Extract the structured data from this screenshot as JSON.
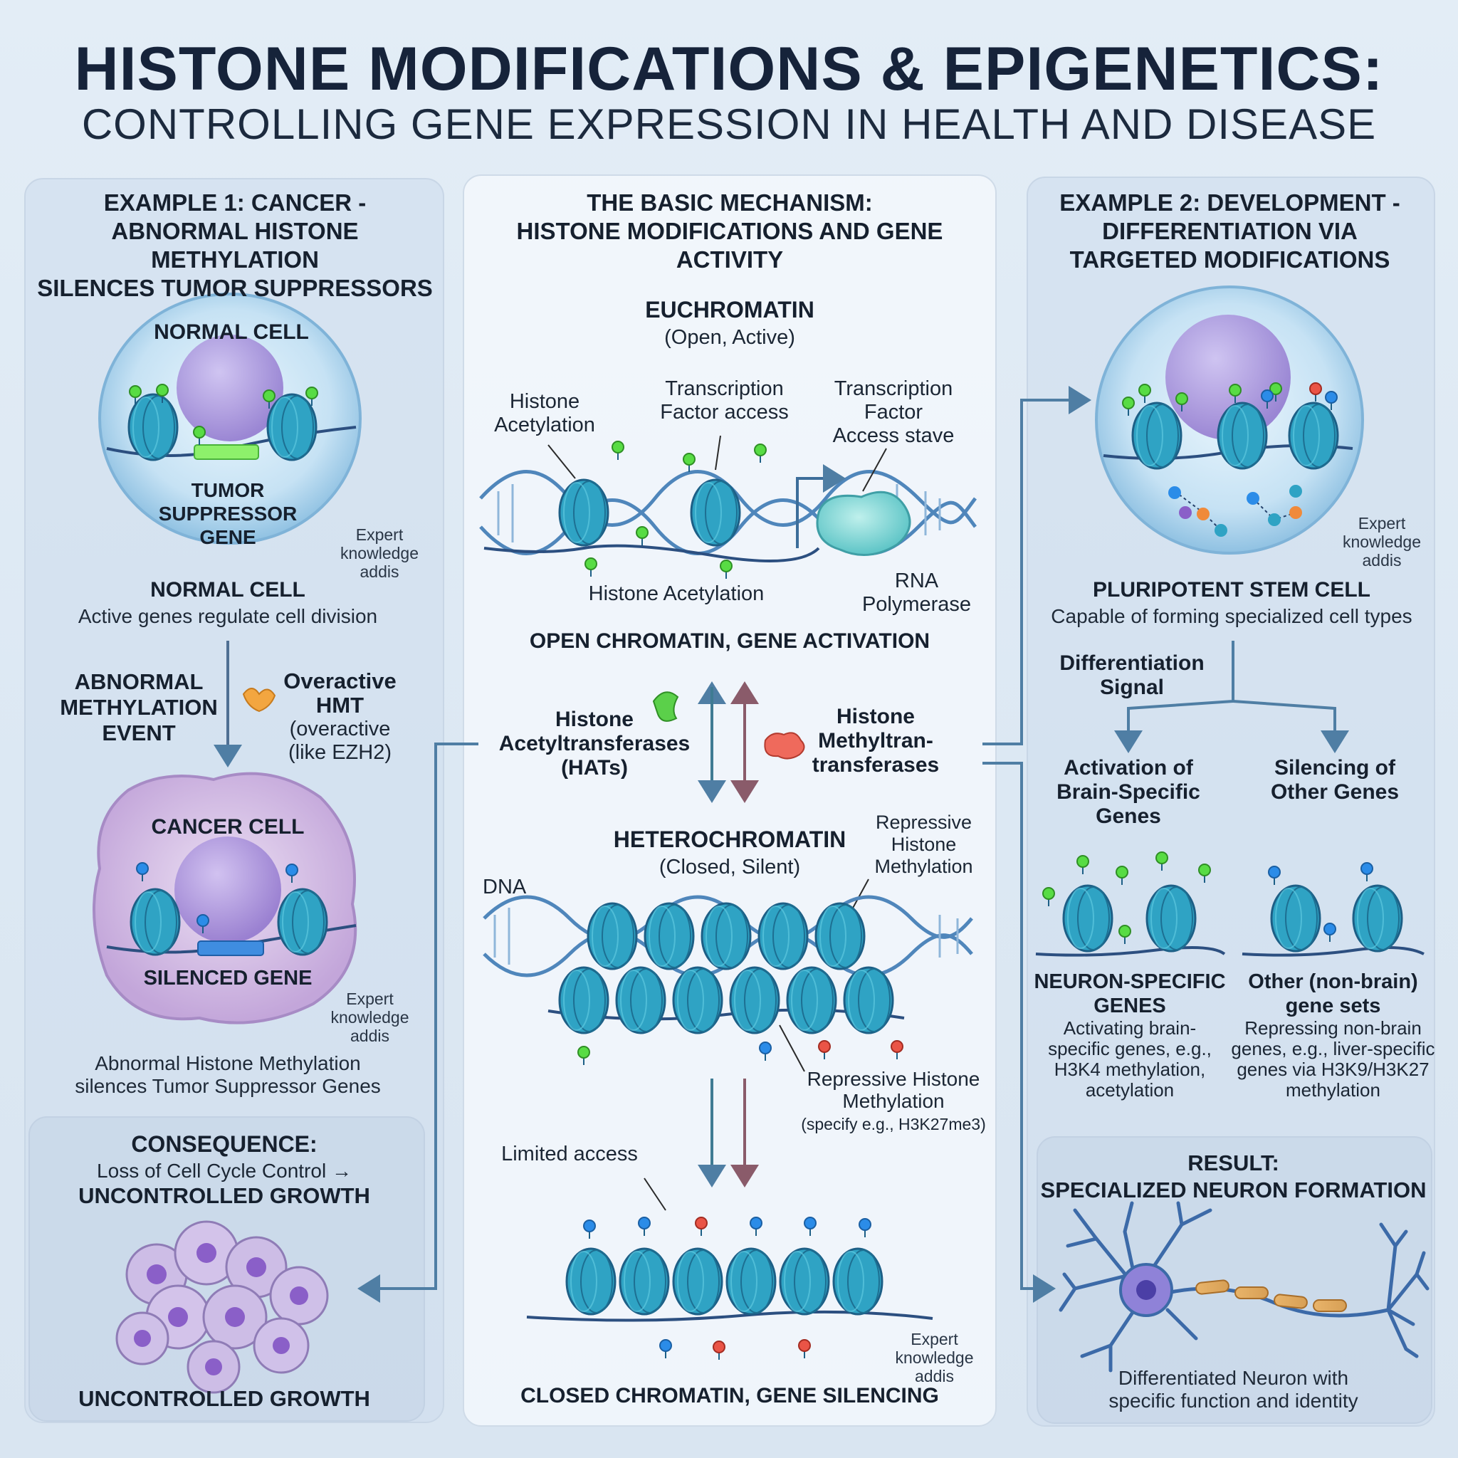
{
  "title": {
    "main": "HISTONE MODIFICATIONS & EPIGENETICS:",
    "sub": "CONTROLLING GENE EXPRESSION IN HEALTH AND DISEASE"
  },
  "left": {
    "heading": [
      "EXAMPLE 1: CANCER -",
      "ABNORMAL HISTONE METHYLATION",
      "SILENCES TUMOR SUPPRESSORS"
    ],
    "normal_cell_label": "NORMAL CELL",
    "tumor_gene": [
      "TUMOR",
      "SUPPRESSOR",
      "GENE"
    ],
    "expert_note": [
      "Expert",
      "knowledge",
      "addis"
    ],
    "normal_title": "NORMAL CELL",
    "normal_desc": "Active genes regulate cell division",
    "event": [
      "ABNORMAL",
      "METHYLATION",
      "EVENT"
    ],
    "hmt_label": [
      "Overactive",
      "HMT"
    ],
    "hmt_desc": [
      "(overactive",
      "(like EZH2)"
    ],
    "cancer_cell_label": "CANCER CELL",
    "silenced_gene": "SILENCED GENE",
    "cancer_desc": [
      "Abnormal Histone Methylation",
      "silences Tumor Suppressor Genes"
    ],
    "consequence": {
      "title": "CONSEQUENCE:",
      "line": "Loss of Cell Cycle Control →",
      "bold": "UNCONTROLLED GROWTH",
      "footer": "UNCONTROLLED GROWTH"
    }
  },
  "center": {
    "heading": [
      "THE BASIC MECHANISM:",
      "HISTONE MODIFICATIONS AND GENE ACTIVITY"
    ],
    "euchromatin": "EUCHROMATIN",
    "euchromatin_sub": "(Open, Active)",
    "histone_acetylation_top": [
      "Histone",
      "Acetylation"
    ],
    "tf_access": [
      "Transcription",
      "Factor access"
    ],
    "tf_access_stave": [
      "Transcription",
      "Factor",
      "Access stave"
    ],
    "histone_acetylation_bottom": "Histone Acetylation",
    "rna_pol": [
      "RNA",
      "Polymerase"
    ],
    "open_chromatin": "OPEN CHROMATIN, GENE ACTIVATION",
    "hats": [
      "Histone",
      "Acetyltransferases",
      "(HATs)"
    ],
    "hmts": [
      "Histone",
      "Methyltran-",
      "transferases"
    ],
    "heterochromatin": "HETEROCHROMATIN",
    "heterochromatin_sub": "(Closed, Silent)",
    "repressive_top": [
      "Repressive",
      "Histone",
      "Methylation"
    ],
    "dna": "DNA",
    "repressive_bottom": [
      "Repressive Histone",
      "Methylation"
    ],
    "repressive_spec": "(specify e.g., H3K27me3)",
    "limited_access": "Limited access",
    "expert_note": [
      "Expert",
      "knowledge",
      "addis"
    ],
    "closed_chromatin": "CLOSED CHROMATIN, GENE SILENCING"
  },
  "right": {
    "heading": [
      "EXAMPLE 2: DEVELOPMENT -",
      "DIFFERENTIATION VIA",
      "TARGETED MODIFICATIONS"
    ],
    "expert_note": [
      "Expert",
      "knowledge",
      "addis"
    ],
    "stem_title": "PLURIPOTENT STEM CELL",
    "stem_desc": "Capable of forming specialized cell types",
    "signal": [
      "Differentiation",
      "Signal"
    ],
    "activation": [
      "Activation of",
      "Brain-Specific",
      "Genes"
    ],
    "silencing": [
      "Silencing of",
      "Other Genes"
    ],
    "neuron_genes": [
      "NEURON-SPECIFIC",
      "GENES"
    ],
    "neuron_desc": [
      "Activating brain-",
      "specific genes, e.g.,",
      "H3K4 methylation,",
      "acetylation"
    ],
    "other_genes": [
      "Other (non-brain)",
      "gene sets"
    ],
    "other_desc": [
      "Repressing non-brain",
      "genes, e.g., liver-specific",
      "genes via H3K9/H3K27",
      "methylation"
    ],
    "result_title": [
      "RESULT:",
      "SPECIALIZED NEURON FORMATION"
    ],
    "result_desc": [
      "Differentiated Neuron with",
      "specific function and identity"
    ]
  },
  "colors": {
    "nucleosome": "#2fa3c4",
    "acetyl_green": "#49d23a",
    "methyl_blue": "#1f7fe0",
    "methyl_red": "#e4453a",
    "dna_strand": "#2c5f93",
    "arrow": "#4f7ea4"
  }
}
